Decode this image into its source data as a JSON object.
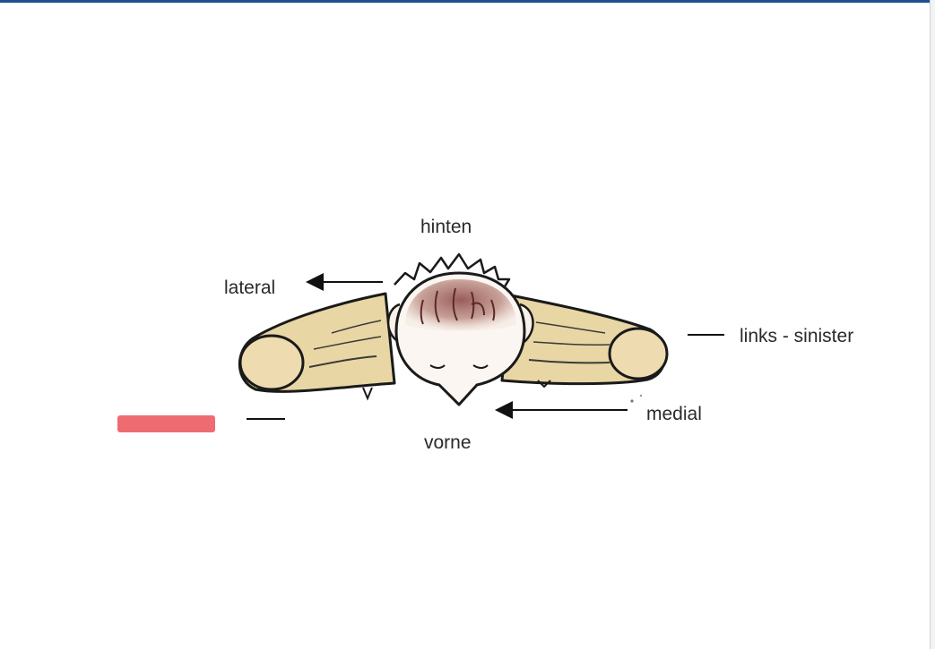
{
  "colors": {
    "top_bar": "#1f4e8c",
    "border": "#d0d0d0",
    "redaction": "#ee6b72",
    "skin": "#e9d6a5",
    "hair": "#8e4a4a",
    "ink": "#1a1a1a"
  },
  "labels": {
    "top": "hinten",
    "bottom": "vorne",
    "lateral": "lateral",
    "medial": "medial",
    "side": "links - sinister"
  }
}
